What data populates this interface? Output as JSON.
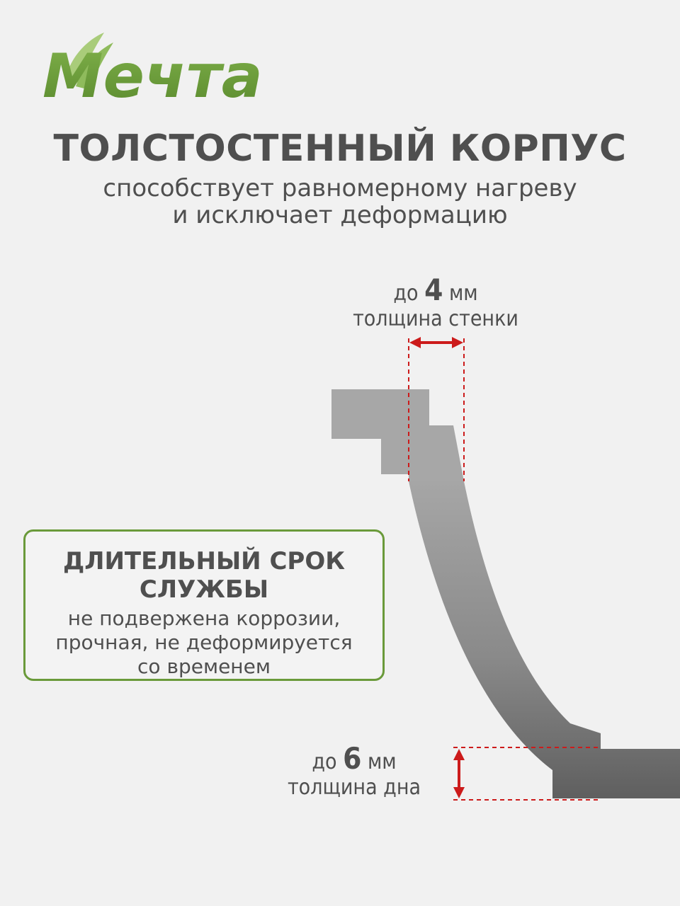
{
  "brand": {
    "name": "Мечта",
    "color": "#6a9a3a"
  },
  "headline": "ТОЛСТОСТЕННЫЙ КОРПУС",
  "subheadline": [
    "способствует равномерному нагреву",
    "и исключает деформацию"
  ],
  "wall_dimension": {
    "prefix": "до",
    "value": "4",
    "unit": "мм",
    "caption": "толщина стенки"
  },
  "bottom_dimension": {
    "prefix": "до",
    "value": "6",
    "unit": "мм",
    "caption": "толщина дна"
  },
  "feature": {
    "title_lines": [
      "ДЛИТЕЛЬНЫЙ СРОК",
      "СЛУЖБЫ"
    ],
    "text_lines": [
      "не подвержена коррозии,",
      "прочная, не деформируется",
      "со временем"
    ]
  },
  "colors": {
    "text": "#4f4f4f",
    "accent": "#6a9a3a",
    "dimension_line": "#cc1b1b",
    "background": "#f1f1f1"
  }
}
